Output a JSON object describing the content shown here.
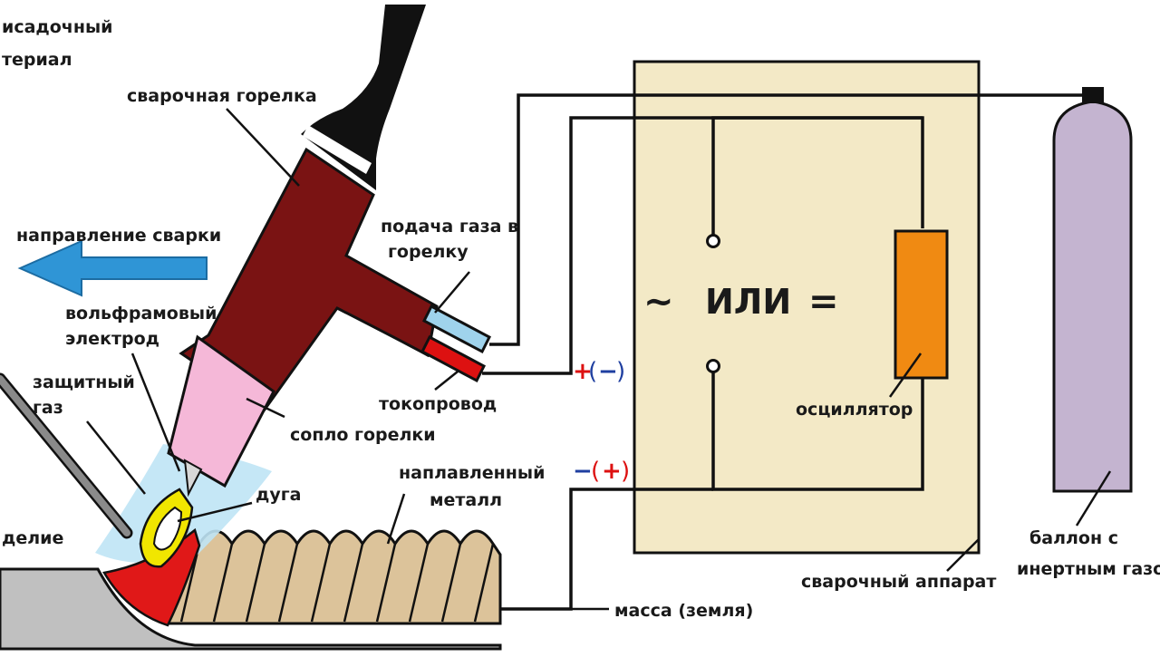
{
  "labels": {
    "filler_material_line1": "исадочный",
    "filler_material_line2": "териал",
    "welding_torch": "сварочная горелка",
    "welding_direction": "направление сварки",
    "tungsten_electrode_line1": "вольфрамовый",
    "tungsten_electrode_line2": "электрод",
    "shielding_gas_line1": "защитный",
    "shielding_gas_line2": "газ",
    "workpiece": "делие",
    "gas_supply_line1": "подача газа в",
    "gas_supply_line2": "горелку",
    "current_lead": "токопровод",
    "torch_nozzle": "сопло горелки",
    "arc": "дуга",
    "deposited_metal_line1": "наплавленный",
    "deposited_metal_line2": "металл",
    "ground": "масса (земля)",
    "oscillator": "осциллятор",
    "welding_machine": "сварочный аппарат",
    "cylinder_line1": "баллон с",
    "cylinder_line2": "инертным газо",
    "ac_symbol": "~",
    "or_text": "ИЛИ",
    "dc_symbol": "="
  },
  "polarity": {
    "upper": {
      "plus": "+",
      "open": "(",
      "minus": "−",
      "close": ")"
    },
    "lower": {
      "minus": "−",
      "open": "(",
      "plus": "+",
      "close": ")"
    }
  },
  "colors": {
    "torch_body": "#7a1313",
    "torch_handle": "#111111",
    "nozzle": "#f5b8d8",
    "machine_box": "#f3e9c6",
    "oscillator": "#f08a12",
    "cylinder": "#c4b4d0",
    "arrow": "#2f95d6",
    "shield_gas": "#bfe4f5",
    "weld_bead": "#dcc39a",
    "workpiece": "#c0c0c0",
    "gas_hose": "#9fd3ec",
    "current_lead": "#dd1111",
    "plus_sign": "#dd1111",
    "minus_sign": "#1f3fa0"
  }
}
